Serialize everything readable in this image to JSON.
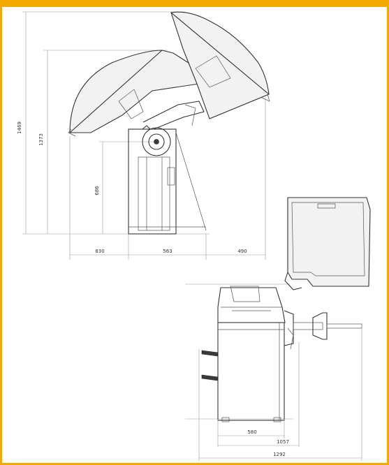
{
  "colors": {
    "border": "#f2a900",
    "line": "#333333",
    "dimension": "#9a9a9a"
  },
  "dimensions": {
    "total_height_open": "1469",
    "total_height": "1373",
    "shaft_height": "686",
    "front_left_reach": "830",
    "base_width": "563",
    "front_right_reach": "490",
    "base_depth": "580",
    "depth_to_flange": "1057",
    "total_depth": "1292"
  }
}
